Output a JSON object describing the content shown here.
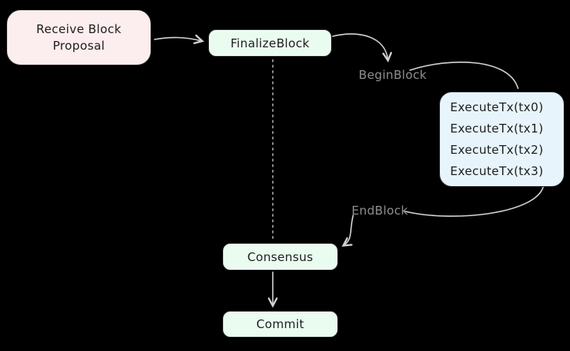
{
  "diagram": {
    "nodes": {
      "receive": {
        "line1": "Receive Block",
        "line2": "Proposal"
      },
      "finalize": {
        "label": "FinalizeBlock"
      },
      "execute": {
        "lines": [
          "ExecuteTx(tx0)",
          "ExecuteTx(tx1)",
          "ExecuteTx(tx2)",
          "ExecuteTx(tx3)"
        ]
      },
      "consensus": {
        "label": "Consensus"
      },
      "commit": {
        "label": "Commit"
      }
    },
    "edge_labels": {
      "begin_block": "BeginBlock",
      "end_block": "EndBlock"
    },
    "colors": {
      "background": "#000000",
      "node_pink": "#fcedef",
      "node_green": "#eafbf0",
      "node_blue": "#e7f4fc",
      "node_border": "#1e1e1e",
      "node_text": "#1e1e1e",
      "arrow": "#d2d2d2",
      "dotted": "#9b9b9b",
      "label_text": "#8f8f8f"
    }
  }
}
